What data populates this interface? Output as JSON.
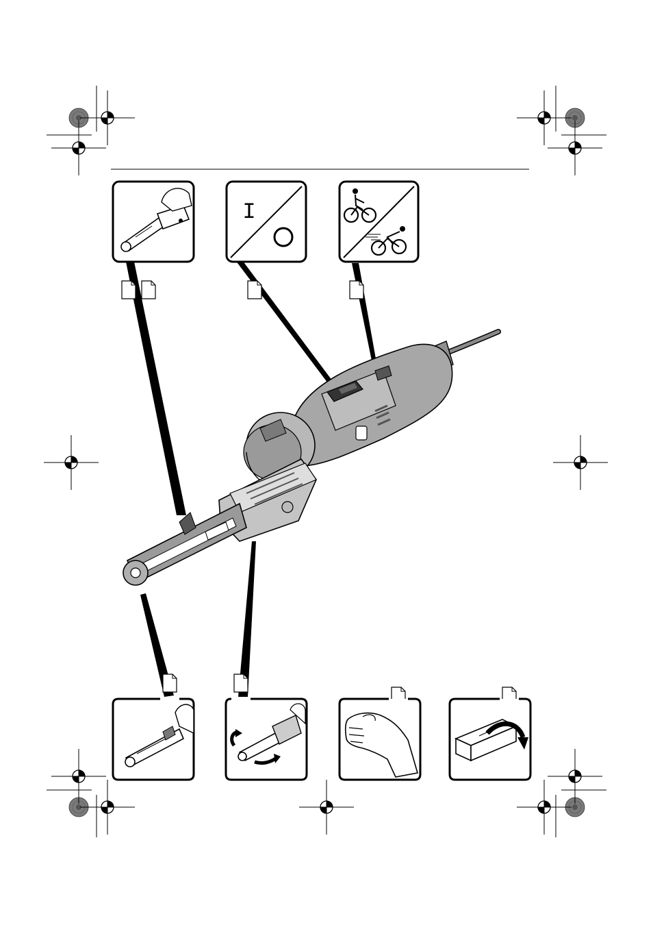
{
  "page": {
    "type": "instruction-manual-overview-page"
  },
  "top_panels": [
    {
      "id": "belt-arm-attach",
      "icon": "belt-sander-arm-icon",
      "page_refs": [
        "",
        ""
      ]
    },
    {
      "id": "on-off-switch",
      "icon": "on-off-symbol-icon",
      "symbols": [
        "I",
        "O"
      ],
      "page_refs": [
        ""
      ]
    },
    {
      "id": "speed-selection",
      "icon": "cyclist-speed-icon",
      "page_refs": [
        ""
      ]
    }
  ],
  "bottom_panels": [
    {
      "id": "belt-arm-change",
      "icon": "belt-arm-icon",
      "page_refs": [
        ""
      ]
    },
    {
      "id": "belt-tracking",
      "icon": "belt-tracking-rotate-icon",
      "page_refs": [
        ""
      ]
    },
    {
      "id": "hand-vibration",
      "icon": "hand-icon",
      "page_refs": [
        ""
      ]
    },
    {
      "id": "belt-storage",
      "icon": "abrasive-belt-box-icon",
      "page_refs": [
        ""
      ]
    }
  ],
  "colors": {
    "ink": "#000000",
    "tool_body": "#a7a7a7",
    "tool_dark": "#6e6e6e",
    "tool_light": "#cfcfcf",
    "registration_gray": "#7a7a7a"
  }
}
